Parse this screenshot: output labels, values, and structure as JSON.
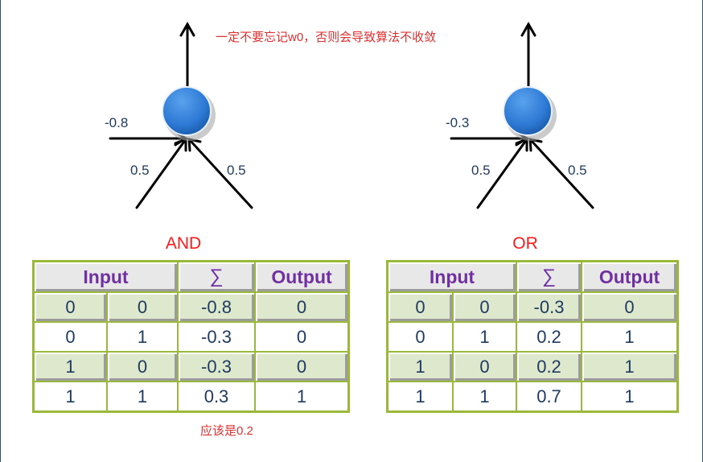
{
  "note_top": "一定不要忘记w0，否则会导致算法不收敛",
  "note_bottom": "应该是0.2",
  "perceptrons": [
    {
      "name": "AND",
      "bias_weight": "-0.8",
      "left_weight": "0.5",
      "right_weight": "0.5"
    },
    {
      "name": "OR",
      "bias_weight": "-0.3",
      "left_weight": "0.5",
      "right_weight": "0.5"
    }
  ],
  "colors": {
    "neuron": "#2d79d4",
    "title": "#ff1a1a",
    "note": "#e03030",
    "header_text": "#7030a0",
    "border": "#9ab93a"
  },
  "tables": [
    {
      "headers": {
        "input": "Input",
        "sum": "∑",
        "output": "Output"
      },
      "rows": [
        [
          "0",
          "0",
          "-0.8",
          "0"
        ],
        [
          "0",
          "1",
          "-0.3",
          "0"
        ],
        [
          "1",
          "0",
          "-0.3",
          "0"
        ],
        [
          "1",
          "1",
          "0.3",
          "1"
        ]
      ]
    },
    {
      "headers": {
        "input": "Input",
        "sum": "∑",
        "output": "Output"
      },
      "rows": [
        [
          "0",
          "0",
          "-0.3",
          "0"
        ],
        [
          "0",
          "1",
          "0.2",
          "1"
        ],
        [
          "1",
          "0",
          "0.2",
          "1"
        ],
        [
          "1",
          "1",
          "0.7",
          "1"
        ]
      ]
    }
  ]
}
